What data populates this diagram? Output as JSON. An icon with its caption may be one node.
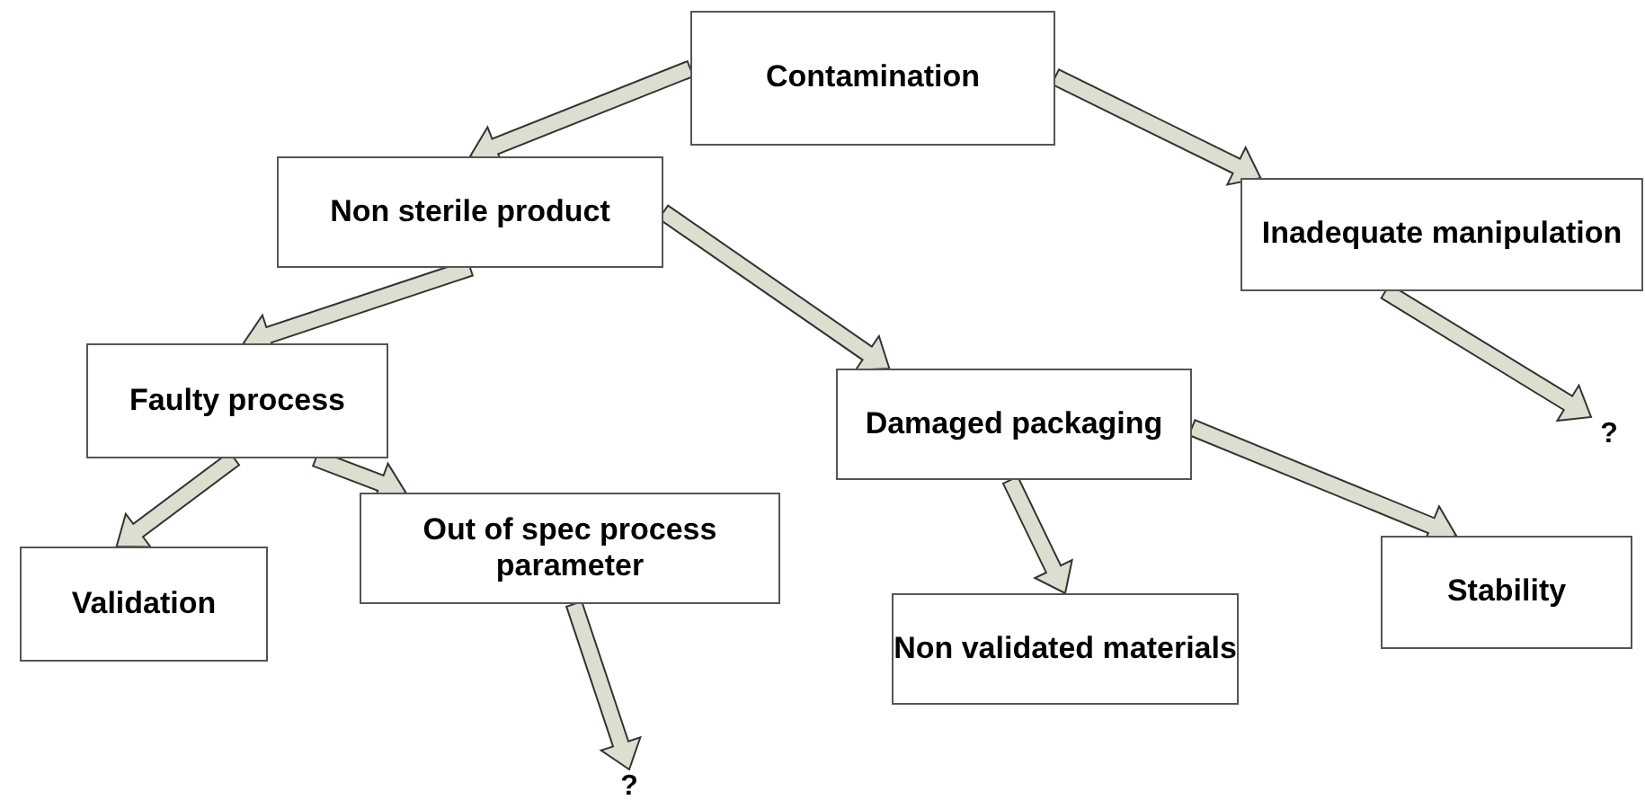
{
  "diagram": {
    "nodes": [
      {
        "text": [
          "Contamination"
        ]
      },
      {
        "text": [
          "Non sterile product"
        ]
      },
      {
        "text": [
          "Faulty process"
        ]
      },
      {
        "text": [
          "Inadequate manipulation"
        ]
      },
      {
        "text": [
          "Damaged packaging"
        ]
      },
      {
        "text": [
          "Validation"
        ]
      },
      {
        "text": [
          "Out of spec process parameter"
        ]
      },
      {
        "text": [
          "Non validated materials"
        ]
      },
      {
        "text": [
          "Stability"
        ]
      },
      {
        "text": [
          "?"
        ]
      },
      {
        "text": [
          "?"
        ]
      }
    ],
    "edges": [
      {
        "from": 0,
        "to": 1,
        "arrow": "to"
      },
      {
        "from": 0,
        "to": 3,
        "arrow": "to"
      },
      {
        "from": 1,
        "to": 2,
        "arrow": "to"
      },
      {
        "from": 1,
        "to": 4,
        "arrow": "to"
      },
      {
        "from": 2,
        "to": 5,
        "arrow": "to"
      },
      {
        "from": 2,
        "to": 6,
        "arrow": "to"
      },
      {
        "from": 4,
        "to": 7,
        "arrow": "to"
      },
      {
        "from": 4,
        "to": 8,
        "arrow": "to"
      },
      {
        "from": 6,
        "to": 9,
        "arrow": "to"
      },
      {
        "from": 3,
        "to": 10,
        "arrow": "to"
      }
    ]
  }
}
